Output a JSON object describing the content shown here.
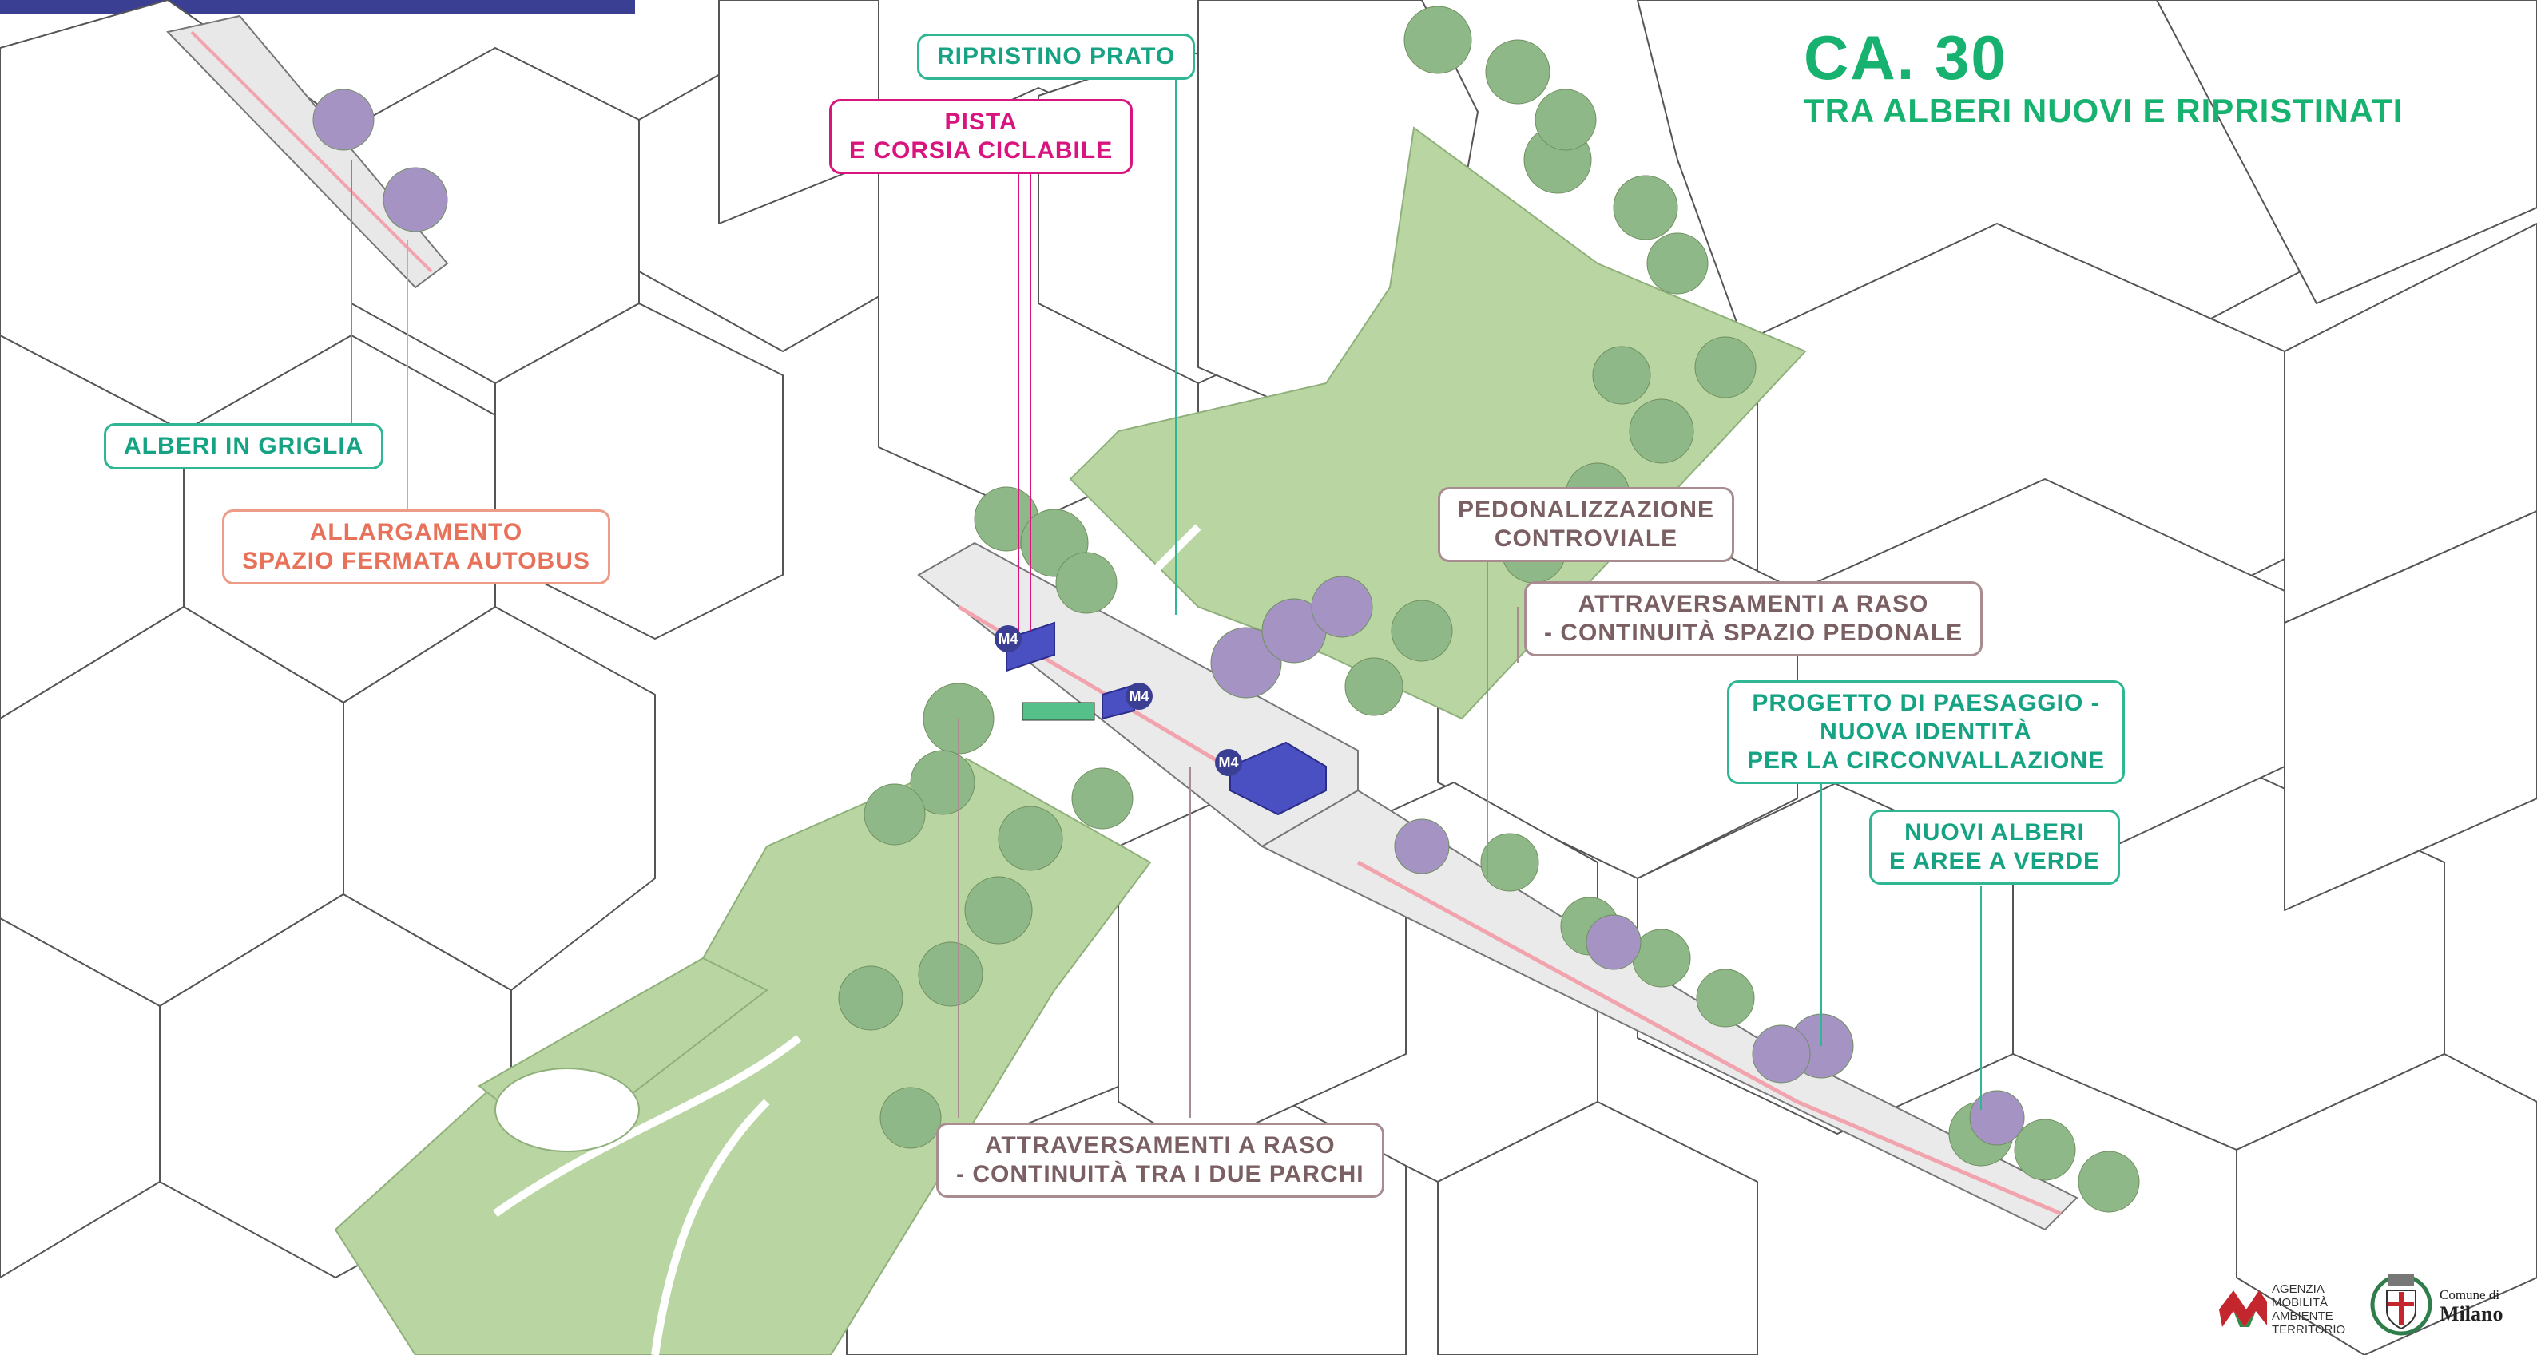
{
  "title": {
    "main": "CA. 30",
    "subtitle": "TRA ALBERI NUOVI E RIPRISTINATI"
  },
  "colors": {
    "green_label": "#16a383",
    "salmon_label": "#e8715a",
    "magenta_label": "#d8147e",
    "mauve_label": "#7a5f63",
    "park_green": "#b9d6a2",
    "metro_blue": "#4a4fc2"
  },
  "labels": {
    "ripristino_prato": {
      "line1": "RIPRISTINO PRATO"
    },
    "pista_ciclabile": {
      "line1": "PISTA",
      "line2": "E CORSIA CICLABILE"
    },
    "alberi_griglia": {
      "line1": "ALBERI IN  GRIGLIA"
    },
    "allargamento_fermata": {
      "line1": "ALLARGAMENTO",
      "line2": "SPAZIO FERMATA AUTOBUS"
    },
    "pedonalizzazione": {
      "line1": "PEDONALIZZAZIONE",
      "line2": "CONTROVIALE"
    },
    "attraversamenti_pedonale": {
      "line1": "ATTRAVERSAMENTI A RASO",
      "line2": "- CONTINUITÀ SPAZIO PEDONALE"
    },
    "progetto_paesaggio": {
      "line1": "PROGETTO DI PAESAGGIO -",
      "line2": "NUOVA IDENTITÀ",
      "line3": "PER LA CIRCONVALLAZIONE"
    },
    "nuovi_alberi": {
      "line1": "NUOVI ALBERI",
      "line2": "E AREE A VERDE"
    },
    "attraversamenti_parchi": {
      "line1": "ATTRAVERSAMENTI A RASO",
      "line2": "- CONTINUITÀ TRA I DUE PARCHI"
    }
  },
  "metro": {
    "badge": "M4"
  },
  "logos": {
    "amat": {
      "line1": "AGENZIA",
      "line2": "MOBILITÀ",
      "line3": "AMBIENTE",
      "line4": "TERRITORIO"
    },
    "comune": {
      "line1": "Comune di",
      "line2": "Milano"
    }
  }
}
